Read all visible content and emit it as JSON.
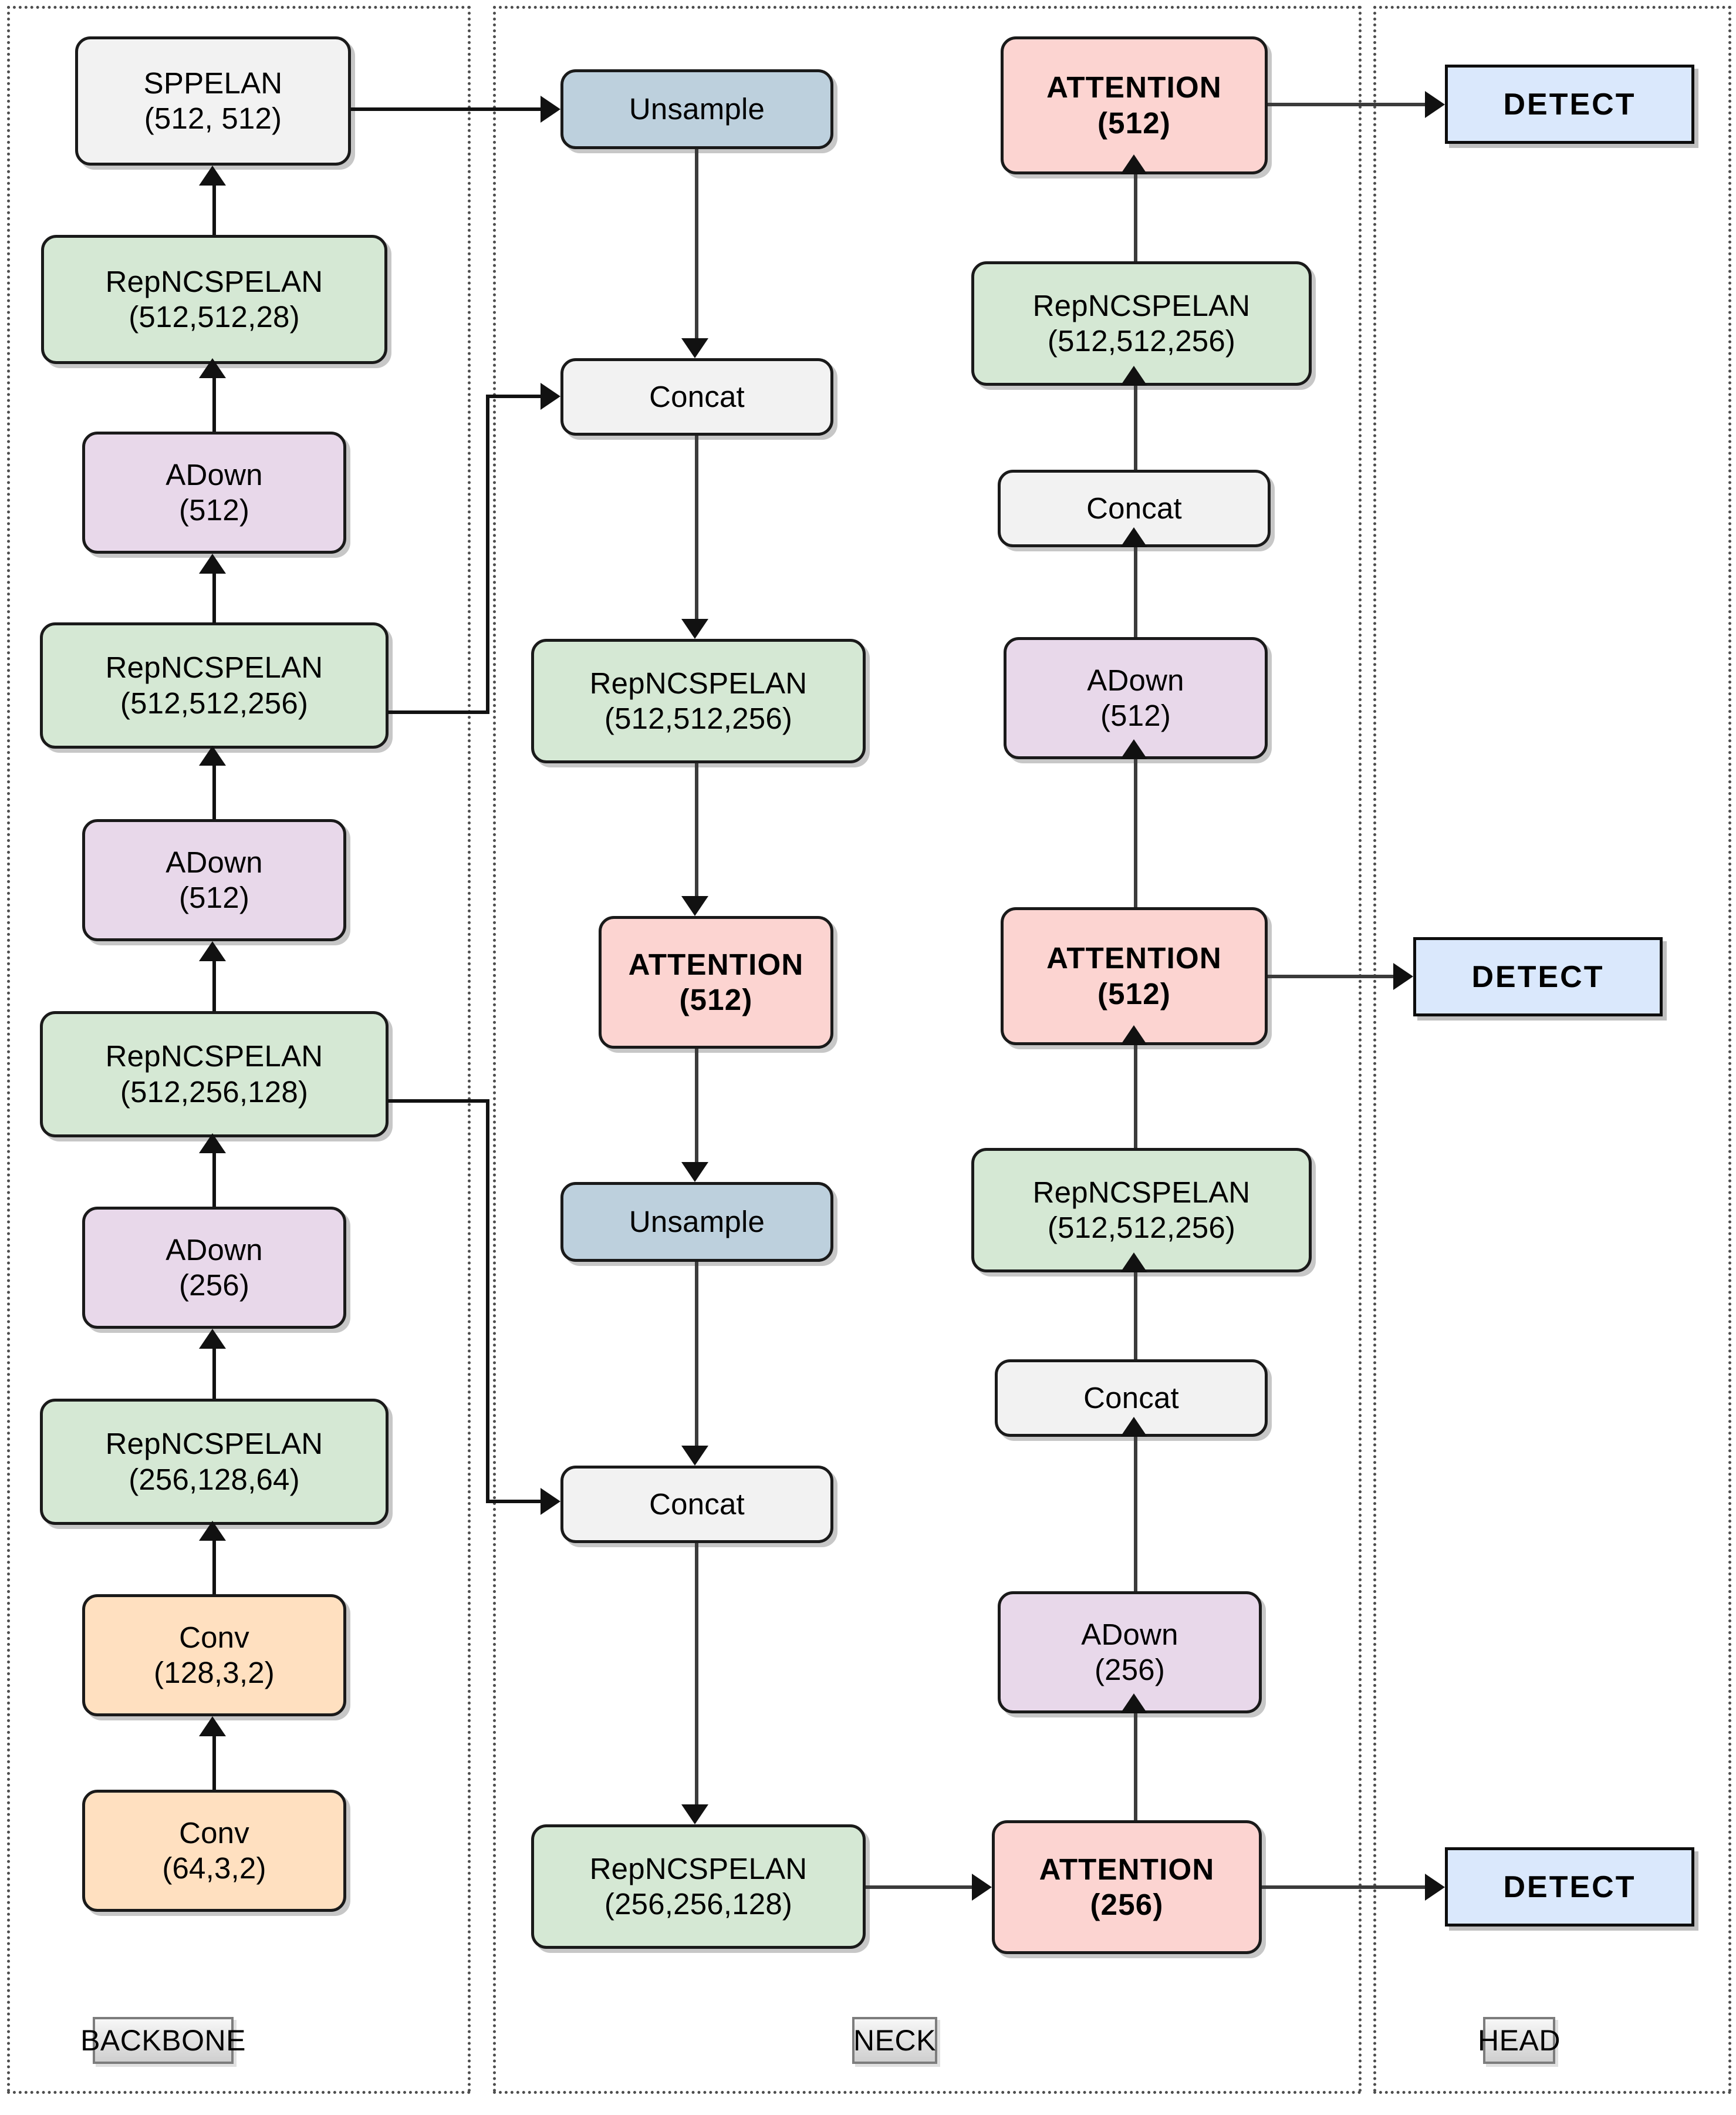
{
  "diagram": {
    "title": "Object detection network architecture (backbone / neck / head)",
    "colors": {
      "repncspelan": "#d5e8d4",
      "adown": "#e8d8ea",
      "conv": "#ffe0c0",
      "concat": "#f2f2f2",
      "sppelan": "#f2f2f2",
      "unsample": "#bdd0dd",
      "attention": "#fcd4d1",
      "detect": "#dae8fc",
      "section_border": "#4d4d4d",
      "edge": "#3b3b3b"
    }
  },
  "sections": [
    {
      "id": "backbone",
      "label": "BACKBONE"
    },
    {
      "id": "neck",
      "label": "NECK"
    },
    {
      "id": "head",
      "label": "HEAD"
    }
  ],
  "backbone": {
    "nodes": [
      {
        "name": "sppelan",
        "line1": "SPPELAN",
        "line2": "(512, 512)"
      },
      {
        "name": "repncspelan4",
        "line1": "RepNCSPELAN",
        "line2": "(512,512,28)"
      },
      {
        "name": "adown3",
        "line1": "ADown",
        "line2": "(512)"
      },
      {
        "name": "repncspelan3",
        "line1": "RepNCSPELAN",
        "line2": "(512,512,256)"
      },
      {
        "name": "adown2",
        "line1": "ADown",
        "line2": "(512)"
      },
      {
        "name": "repncspelan2",
        "line1": "RepNCSPELAN",
        "line2": "(512,256,128)"
      },
      {
        "name": "adown1",
        "line1": "ADown",
        "line2": "(256)"
      },
      {
        "name": "repncspelan1",
        "line1": "RepNCSPELAN",
        "line2": "(256,128,64)"
      },
      {
        "name": "conv2",
        "line1": "Conv",
        "line2": "(128,3,2)"
      },
      {
        "name": "conv1",
        "line1": "Conv",
        "line2": "(64,3,2)"
      }
    ]
  },
  "neck_left": {
    "nodes": [
      {
        "name": "unsample-top",
        "line1": "Unsample",
        "line2": ""
      },
      {
        "name": "concat-top",
        "line1": "Concat",
        "line2": ""
      },
      {
        "name": "repncspelan-top",
        "line1": "RepNCSPELAN",
        "line2": "(512,512,256)"
      },
      {
        "name": "attention-mid",
        "line1": "ATTENTION",
        "line2": "(512)"
      },
      {
        "name": "unsample-low",
        "line1": "Unsample",
        "line2": ""
      },
      {
        "name": "concat-low",
        "line1": "Concat",
        "line2": ""
      },
      {
        "name": "repncspelan-low",
        "line1": "RepNCSPELAN",
        "line2": "(256,256,128)"
      }
    ]
  },
  "neck_right": {
    "nodes": [
      {
        "name": "attention-p5",
        "line1": "ATTENTION",
        "line2": "(512)"
      },
      {
        "name": "repncspelan-p5",
        "line1": "RepNCSPELAN",
        "line2": "(512,512,256)"
      },
      {
        "name": "concat-p5",
        "line1": "Concat",
        "line2": ""
      },
      {
        "name": "adown-p5",
        "line1": "ADown",
        "line2": "(512)"
      },
      {
        "name": "attention-p4",
        "line1": "ATTENTION",
        "line2": "(512)"
      },
      {
        "name": "repncspelan-p4",
        "line1": "RepNCSPELAN",
        "line2": "(512,512,256)"
      },
      {
        "name": "concat-p4",
        "line1": "Concat",
        "line2": ""
      },
      {
        "name": "adown-p4",
        "line1": "ADown",
        "line2": "(256)"
      },
      {
        "name": "attention-p3",
        "line1": "ATTENTION",
        "line2": "(256)"
      }
    ]
  },
  "head": {
    "nodes": [
      {
        "name": "detect-p5",
        "label": "DETECT"
      },
      {
        "name": "detect-p4",
        "label": "DETECT"
      },
      {
        "name": "detect-p3",
        "label": "DETECT"
      }
    ]
  }
}
